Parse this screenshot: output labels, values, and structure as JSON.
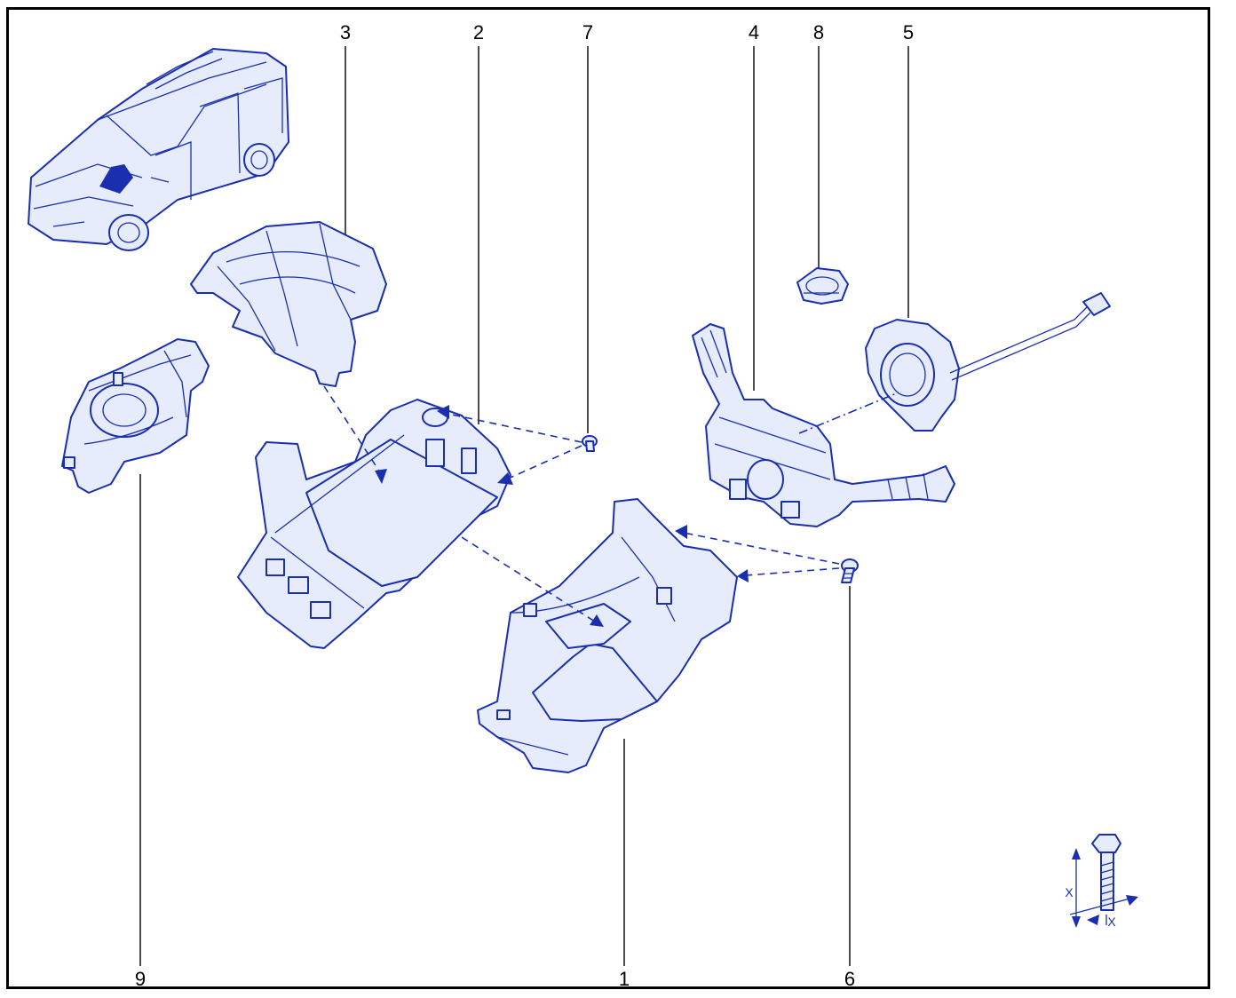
{
  "callouts": {
    "n1": "1",
    "n2": "2",
    "n3": "3",
    "n4": "4",
    "n5": "5",
    "n6": "6",
    "n7": "7",
    "n8": "8",
    "n9": "9"
  },
  "torque_symbol": {
    "x_left": "X",
    "x_right": "X"
  },
  "colors": {
    "line": "#1a2fb0",
    "fill": "#e6ecfb",
    "frame": "#000000"
  }
}
